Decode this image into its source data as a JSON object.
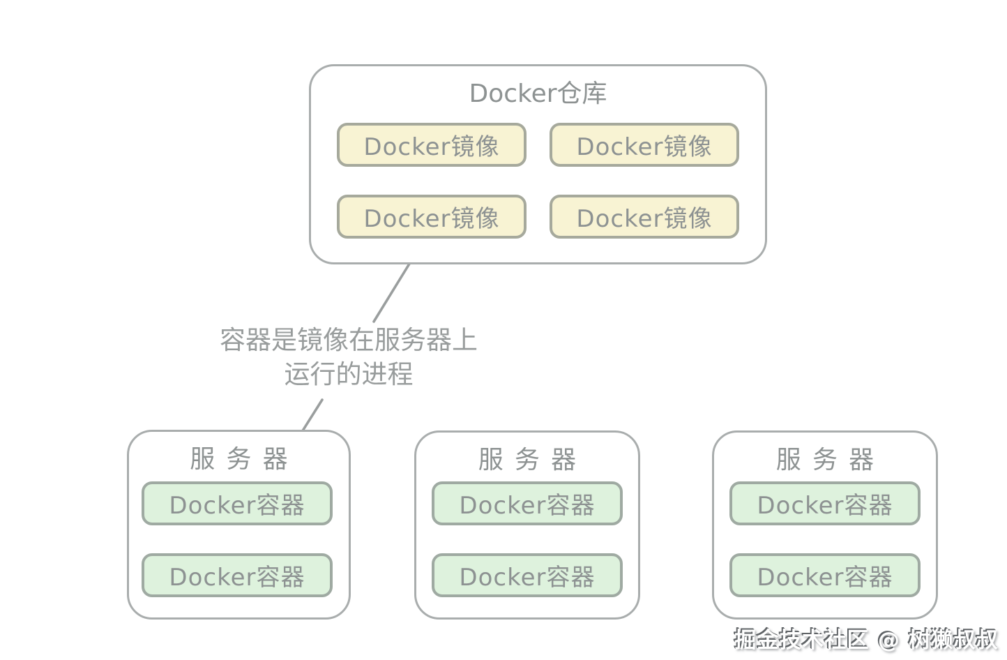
{
  "palette": {
    "page_bg": "#ffffff",
    "outline_gray": "#a9adad",
    "label_gray": "#8d9292",
    "annotation_gray": "#989c9c",
    "arrow_gray": "#9a9e9e",
    "image_fill": "#f8f3d3",
    "image_border": "#a6a99c",
    "container_fill": "#def2dd",
    "container_border": "#9faaa2",
    "watermark_fill": "#ffffff",
    "watermark_shadow": "#5f6366"
  },
  "repository": {
    "title": "Docker仓库",
    "images": [
      "Docker镜像",
      "Docker镜像",
      "Docker镜像",
      "Docker镜像"
    ]
  },
  "annotation": {
    "line1": "容器是镜像在服务器上",
    "line2": "运行的进程"
  },
  "servers": [
    {
      "title": "服务器",
      "containers": [
        "Docker容器",
        "Docker容器"
      ]
    },
    {
      "title": "服务器",
      "containers": [
        "Docker容器",
        "Docker容器"
      ]
    },
    {
      "title": "服务器",
      "containers": [
        "Docker容器",
        "Docker容器"
      ]
    }
  ],
  "watermark": "掘金技术社区 @ 树獭叔叔"
}
